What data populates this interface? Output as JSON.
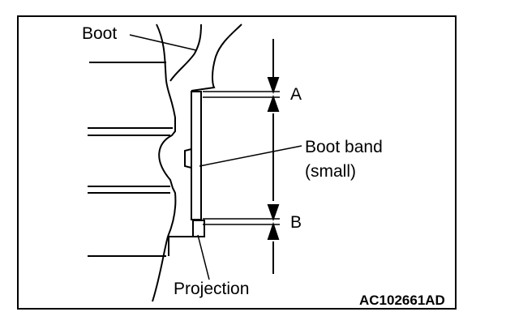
{
  "labels": {
    "boot": "Boot",
    "boot_band_line1": "Boot band",
    "boot_band_line2": "(small)",
    "dimension_a": "A",
    "dimension_b": "B",
    "projection": "Projection",
    "figure_code": "AC102661AD"
  }
}
